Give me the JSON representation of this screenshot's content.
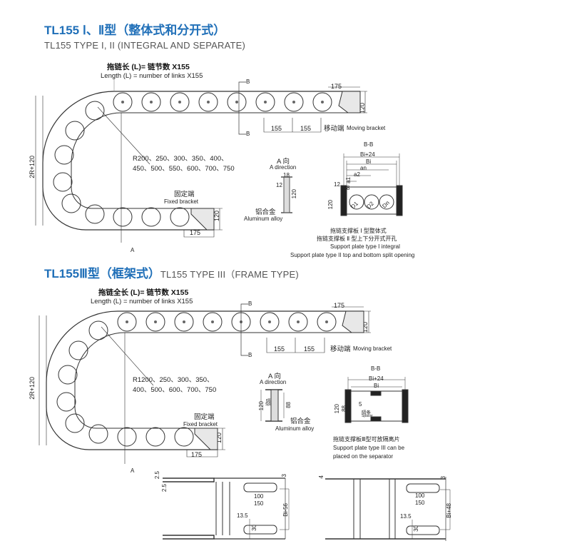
{
  "section1": {
    "title_cn": "TL155 Ⅰ、Ⅱ型（整体式和分开式）",
    "title_en": "TL155 TYPE I, II (INTEGRAL AND SEPARATE)",
    "length_cn": "拖链长 (L)= 链节数 X155",
    "length_en": "Length (L) = number of links X155",
    "radius_line1": "R200、250、300、350、400、",
    "radius_line2": "450、500、550、600、700、750",
    "height_label": "2R+120",
    "b_mark": "B",
    "a_mark": "A",
    "dim_175_top": "175",
    "dim_120_right": "120",
    "pitch_1": "155",
    "pitch_2": "155",
    "moving_cn": "移动端",
    "moving_en": "Moving bracket",
    "fixed_cn": "固定端",
    "fixed_en": "Fixed bracket",
    "dim_120_fixed": "120",
    "dim_175_fixed": "175",
    "a_dir_cn": "A 向",
    "a_dir_en": "A direction",
    "a_dim_18": "18",
    "a_dim_12": "12",
    "a_dim_120": "120",
    "alloy_cn": "铝合金",
    "alloy_en": "Aluminum alloy",
    "bb_title": "B-B",
    "bb_bi24": "Bi+24",
    "bb_bi": "Bi",
    "bb_an": "an",
    "bb_a2": "a2",
    "bb_a1": "a1",
    "bb_8": "8",
    "bb_12": "12",
    "bb_120": "120",
    "bb_d1": "D1",
    "bb_d2": "D2",
    "bb_dn": "Dn",
    "note_cn1": "拖链支撑板 Ⅰ 型整体式",
    "note_cn2": "拖链支撑板 Ⅱ 型上下分开式开孔",
    "note_en1": "Support plate type I integral",
    "note_en2": "Support plate type II top and bottom split opening"
  },
  "section2": {
    "title_bold": "TL155Ⅲ型（框架式）",
    "title_rest": "TL155 TYPE III（FRAME TYPE)",
    "length_cn": "拖链全长 (L)= 链节数 X155",
    "length_en": "Length (L) = number of links X155",
    "radius_line1": "R1200、250、300、350、",
    "radius_line2": "400、500、600、700、750",
    "height_label": "2R+120",
    "b_mark": "B",
    "a_mark": "A",
    "dim_175_top": "175",
    "dim_120_right": "120",
    "pitch_1": "155",
    "pitch_2": "155",
    "moving_cn": "移动端",
    "moving_en": "Moving bracket",
    "fixed_cn": "固定端",
    "fixed_en": "Fixed bracket",
    "dim_120_fixed": "120",
    "dim_175_fixed": "175",
    "a_dir_cn": "A 向",
    "a_dir_en": "A direction",
    "a_dim_120": "120",
    "a_dim_88": "88",
    "spacer_cn": "隔条",
    "spacer_en": "Spacer",
    "alloy_cn": "铝合金",
    "alloy_en": "Aluminum alloy",
    "bb_title": "B-B",
    "bb_bi24": "Bi+24",
    "bb_bi": "Bi",
    "bb_5": "5",
    "bb_120": "120",
    "bb_88": "88",
    "note_cn": "拖链支撑板Ⅲ型可放隔离片",
    "note_en1": "Support plate type III can be",
    "note_en2": "placed on the separator"
  },
  "brackets": {
    "left": {
      "d_25a": "2.5",
      "d_25b": "2.5",
      "d_3": "3",
      "d_100": "100",
      "d_150": "150",
      "d_135": "13.5",
      "d_30": "30",
      "d_bi56": "Bi-56"
    },
    "right": {
      "d_4": "4",
      "d_3": "3",
      "d_100": "100",
      "d_150": "150",
      "d_135": "13.5",
      "d_30": "30",
      "d_bi48": "Bi+48"
    }
  }
}
